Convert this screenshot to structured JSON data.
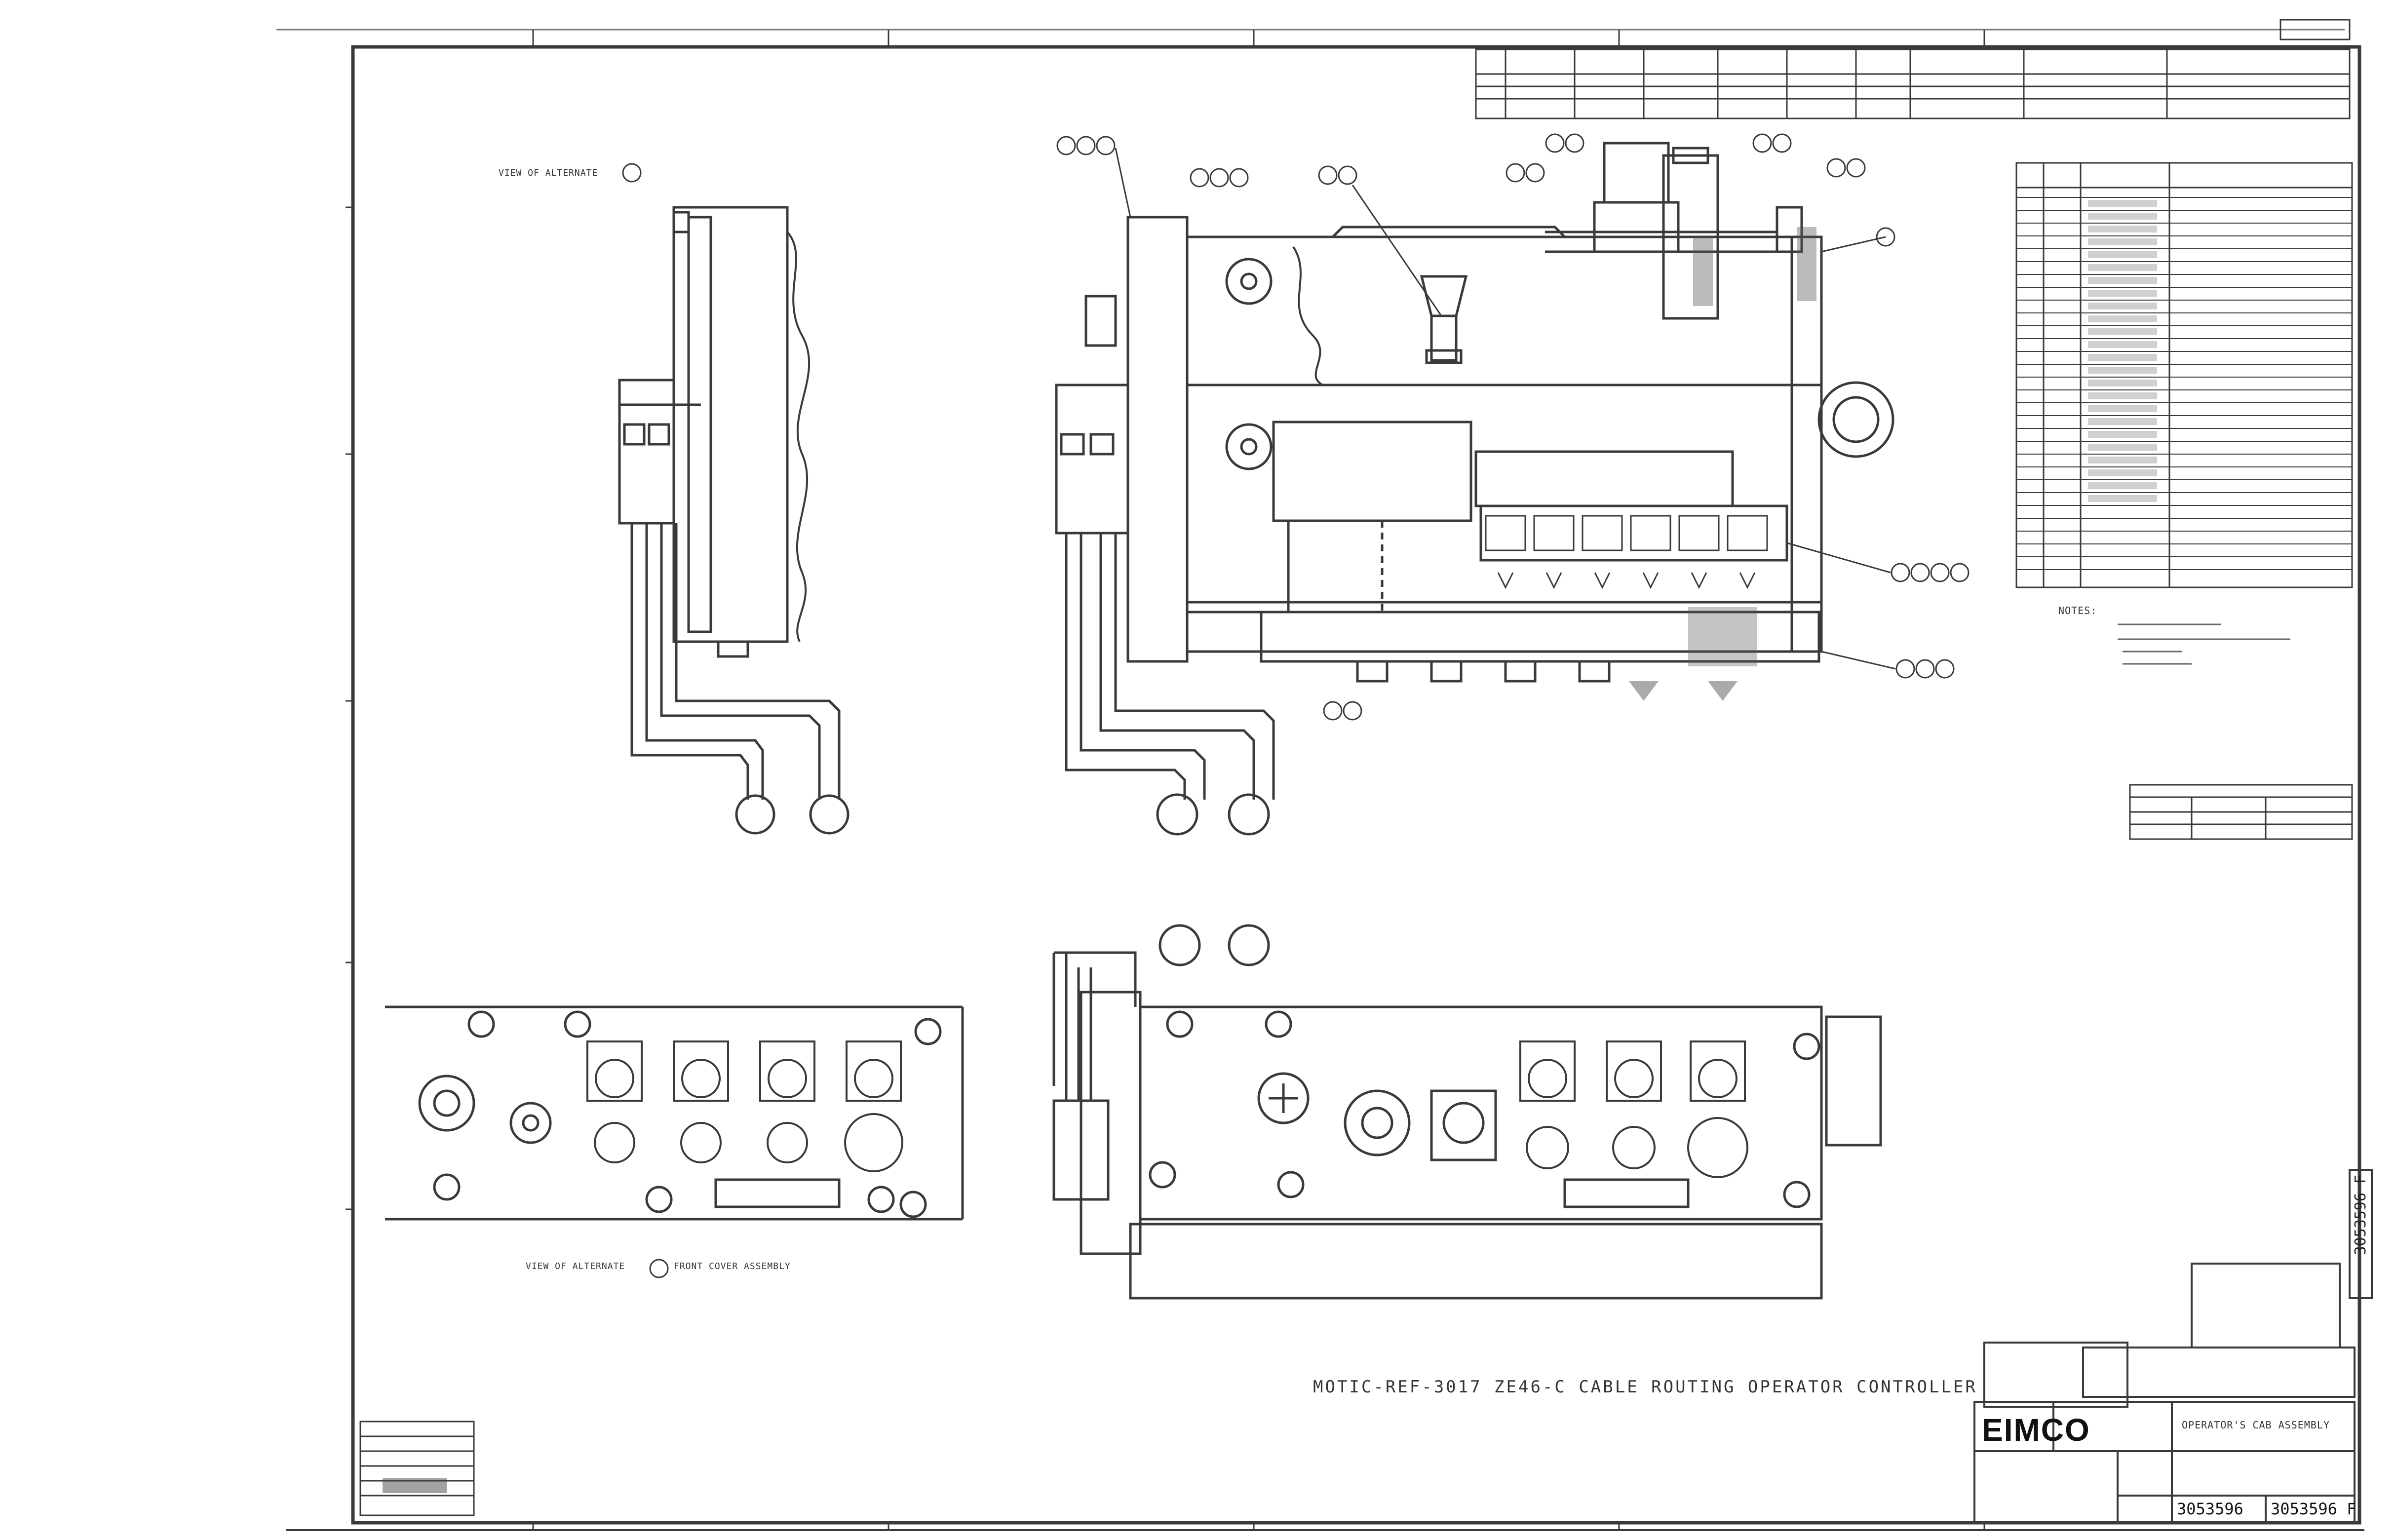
{
  "drawing": {
    "title_caption": "MOTIC-REF-3017 ZE46-C CABLE ROUTING OPERATOR CONTROLLER",
    "company_logo": "EIMCO",
    "sheet_title": "OPERATOR'S CAB ASSEMBLY",
    "drawing_number": "3053596",
    "drawing_number_rev": "3053596 F",
    "side_tag": "3053596 F",
    "notes_heading": "NOTES:"
  },
  "views": {
    "view_a_label": "VIEW OF ALTERNATE",
    "view_b_label": "VIEW OF ALTERNATE",
    "view_b_suffix": "FRONT COVER ASSEMBLY"
  },
  "colors": {
    "line": "#3a3a3a",
    "paper": "#ffffff",
    "faint": "#9a9a9a"
  }
}
